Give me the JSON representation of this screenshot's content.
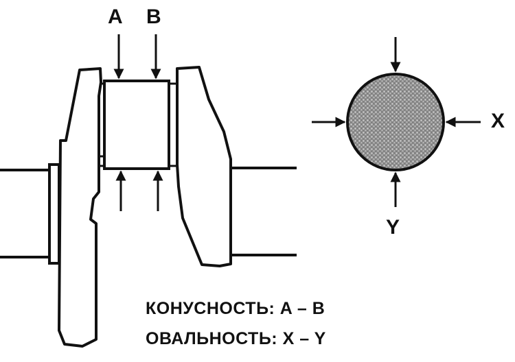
{
  "labels": {
    "a": "A",
    "b": "B",
    "x": "X",
    "y": "Y"
  },
  "captions": {
    "taper": "КОНУСНОСТЬ: A – B",
    "ovality": "ОВАЛЬНОСТЬ: X – Y"
  },
  "colors": {
    "ink": "#111111",
    "journal_fill": "#9a9a9a",
    "background": "#ffffff"
  }
}
